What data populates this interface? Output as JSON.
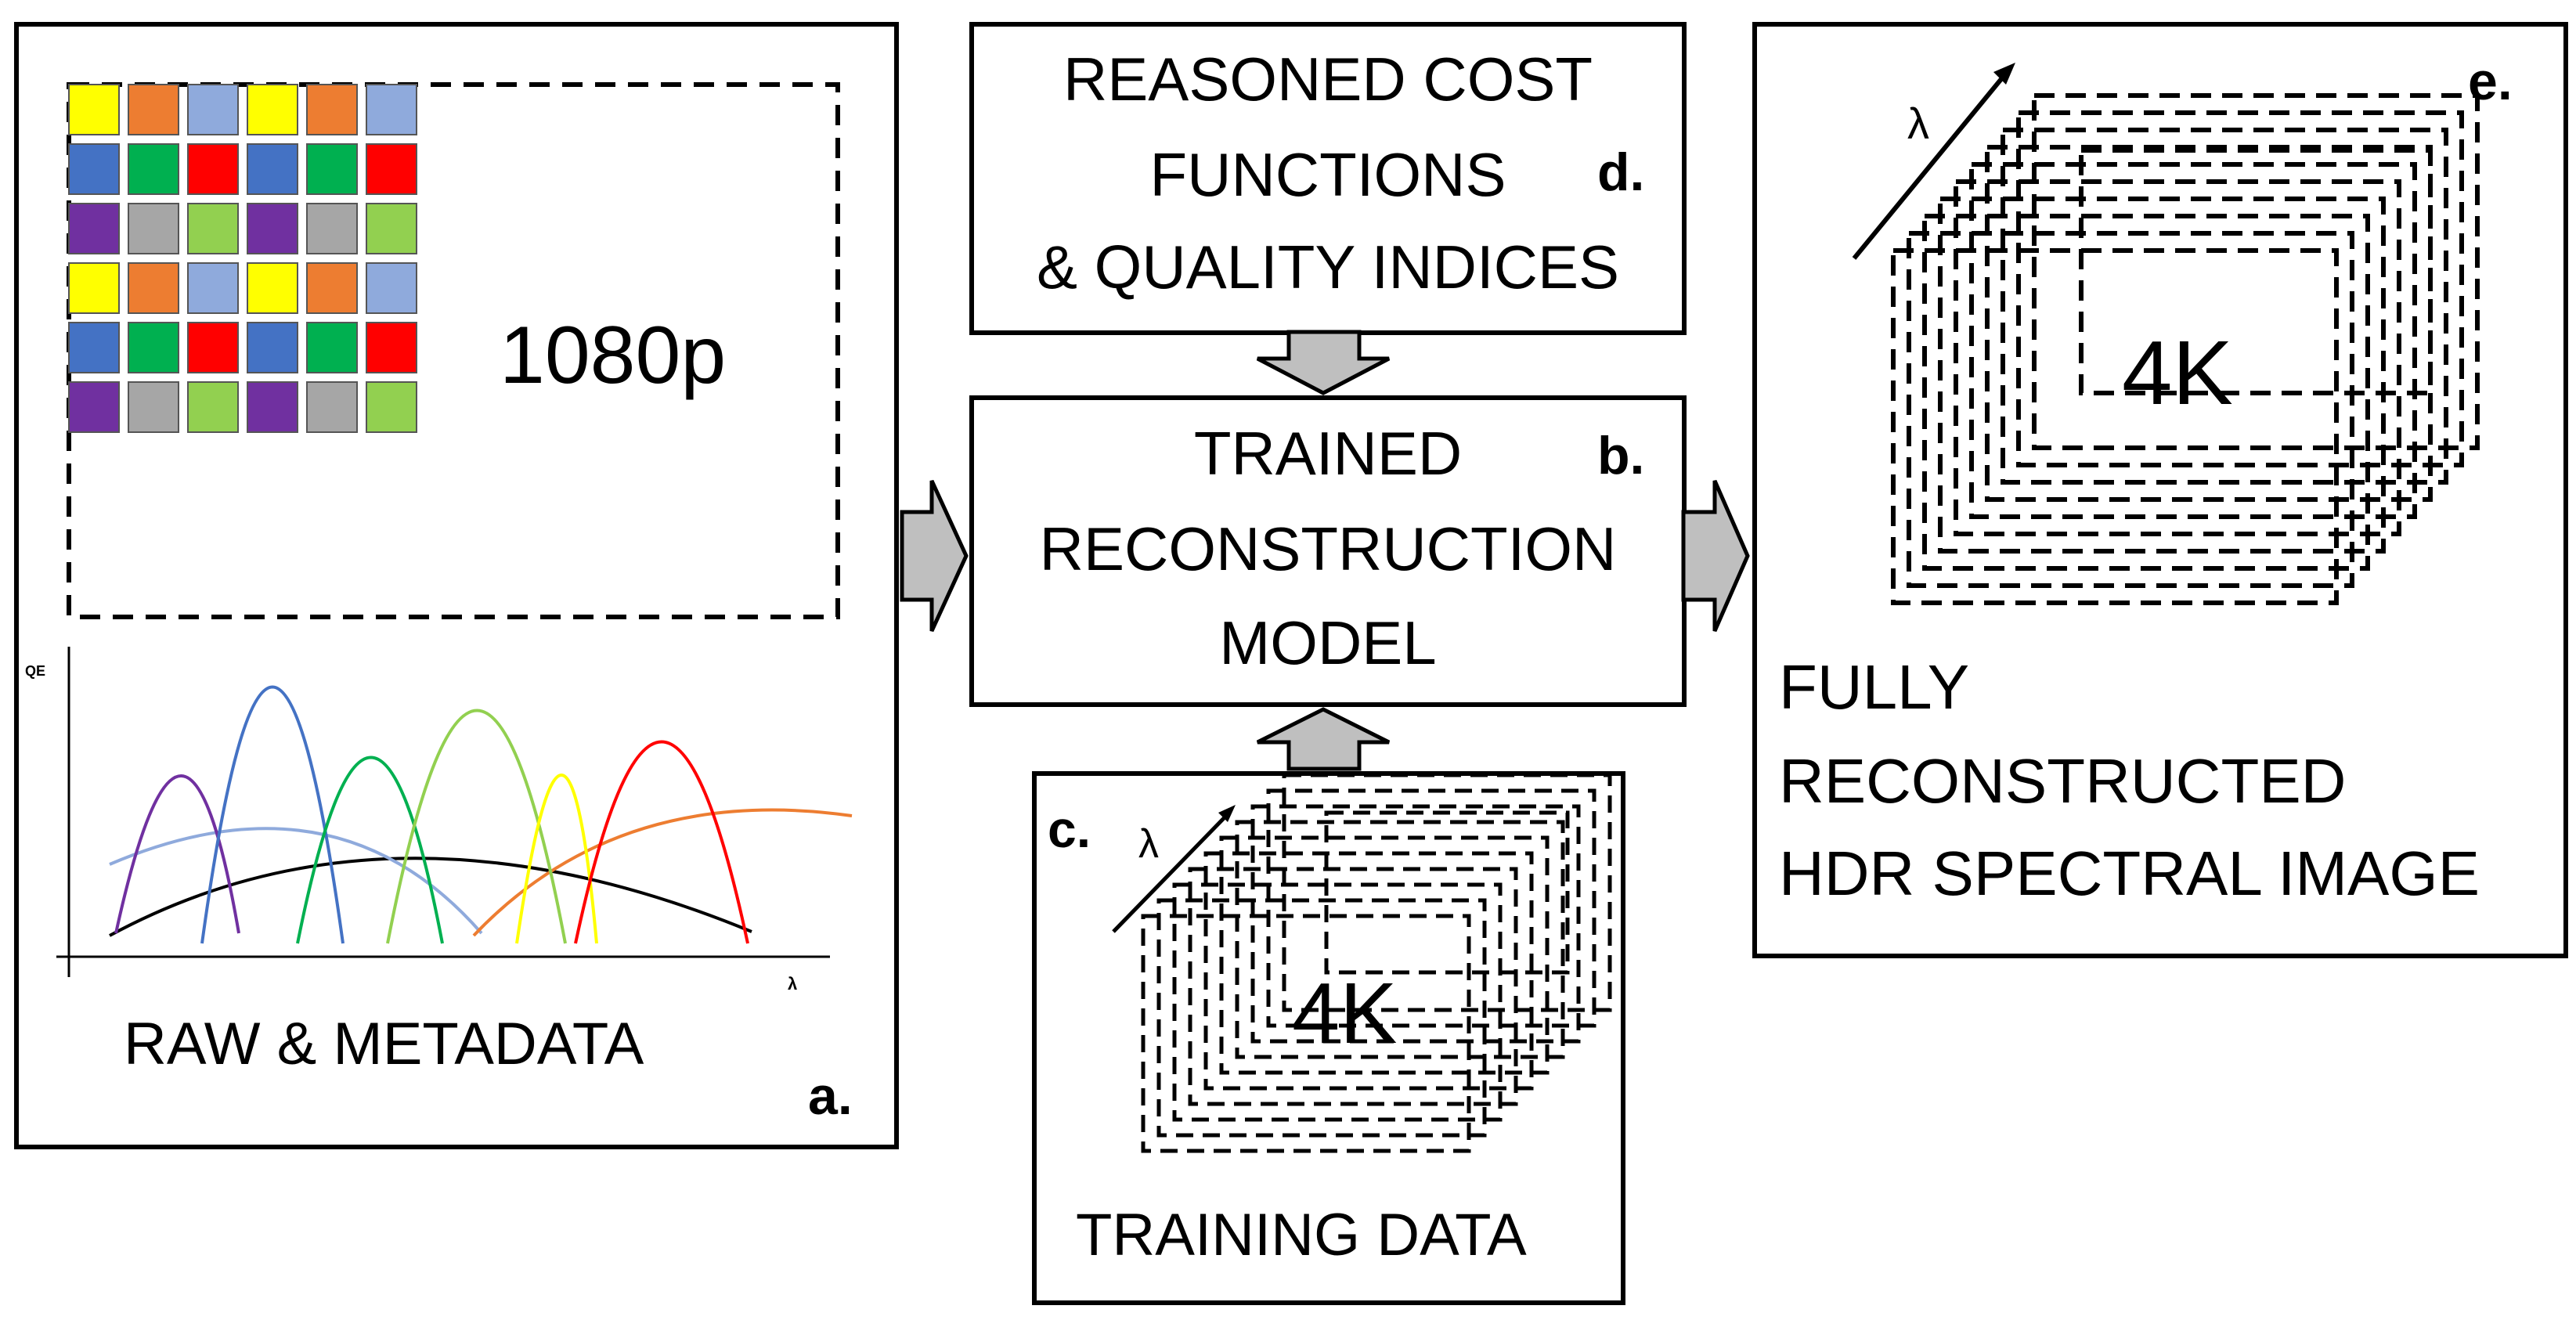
{
  "panel_a": {
    "resolution_label": "1080p",
    "chart_y_label": "QE",
    "chart_x_label": "λ",
    "caption": "RAW & METADATA",
    "letter": "a.",
    "mosaic_colors": [
      [
        "#ffff00",
        "#ed7d31",
        "#8faadc",
        "#ffff00",
        "#ed7d31",
        "#8faadc"
      ],
      [
        "#4472c4",
        "#00b050",
        "#ff0000",
        "#4472c4",
        "#00b050",
        "#ff0000"
      ],
      [
        "#7030a0",
        "#a6a6a6",
        "#92d050",
        "#7030a0",
        "#a6a6a6",
        "#92d050"
      ],
      [
        "#ffff00",
        "#ed7d31",
        "#8faadc",
        "#ffff00",
        "#ed7d31",
        "#8faadc"
      ],
      [
        "#4472c4",
        "#00b050",
        "#ff0000",
        "#4472c4",
        "#00b050",
        "#ff0000"
      ],
      [
        "#7030a0",
        "#a6a6a6",
        "#92d050",
        "#7030a0",
        "#a6a6a6",
        "#92d050"
      ]
    ]
  },
  "panel_b": {
    "line1": "TRAINED",
    "line2": "RECONSTRUCTION",
    "line3": "MODEL",
    "letter": "b."
  },
  "panel_c": {
    "letter": "c.",
    "lambda": "λ",
    "resolution_label": "4K",
    "caption": "TRAINING DATA"
  },
  "panel_d": {
    "line1": "REASONED COST",
    "line2": "FUNCTIONS",
    "line3": "& QUALITY INDICES",
    "letter": "d."
  },
  "panel_e": {
    "letter": "e.",
    "lambda": "λ",
    "resolution_label": "4K",
    "caption_line1": "FULLY",
    "caption_line2": "RECONSTRUCTED",
    "caption_line3": "HDR SPECTRAL IMAGE"
  },
  "curve_colors": {
    "purple": "#7030a0",
    "blue": "#4472c4",
    "light_blue": "#8faadc",
    "green": "#00b050",
    "light_green": "#92d050",
    "yellow": "#ffff00",
    "red": "#ff0000",
    "orange": "#ed7d31",
    "black": "#000000"
  },
  "arrow_fill": "#bfbfbf"
}
